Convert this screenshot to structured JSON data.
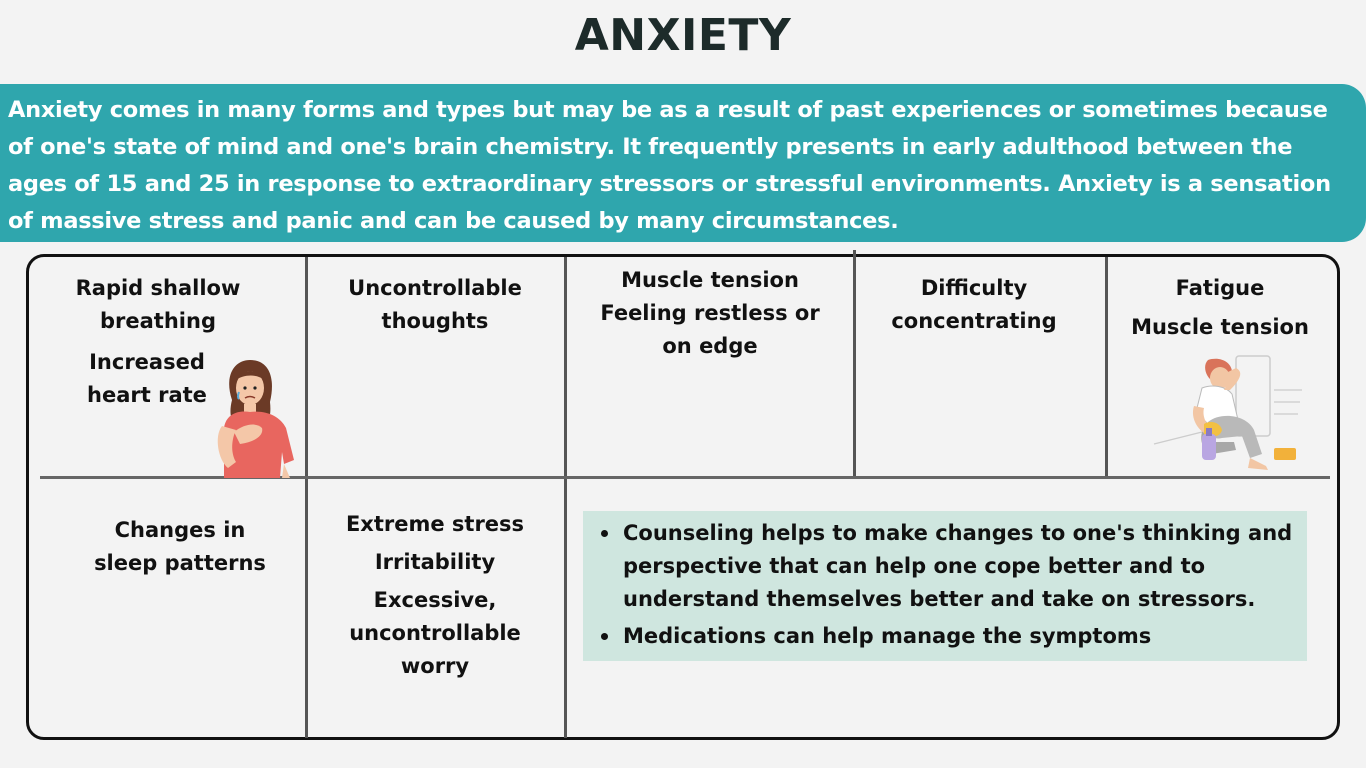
{
  "title": "ANXIETY",
  "intro": "Anxiety comes in many forms and types but may be as a result of past experiences or sometimes because of one's state of mind and one's brain chemistry. It frequently presents in early adulthood between the ages of 15 and 25 in response to extraordinary stressors or stressful environments. Anxiety is a sensation of massive stress and panic and can be caused by many circumstances.",
  "symptoms": {
    "c1": [
      "Rapid shallow",
      "breathing"
    ],
    "c1b": [
      "Increased",
      "heart rate"
    ],
    "c2": [
      "Uncontrollable",
      "thoughts"
    ],
    "c3": [
      "Muscle tension",
      "Feeling restless or",
      "on edge"
    ],
    "c4": [
      "Difficulty",
      "concentrating"
    ],
    "c5": [
      "Fatigue",
      "Muscle tension"
    ],
    "c6": [
      "Changes in",
      "sleep patterns"
    ],
    "c7": [
      "Extreme stress",
      "Irritability",
      "Excessive,",
      "uncontrollable",
      "worry"
    ]
  },
  "treatments": [
    "Counseling  helps to make changes to one's thinking and perspective that can help one cope better and to understand themselves better and take on stressors.",
    "Medications can help manage the symptoms"
  ],
  "colors": {
    "intro_bg": "#2fa6ad",
    "treatment_bg": "#cfe6df",
    "title": "#1d2b2a"
  },
  "icons": [
    "anxious-woman-icon",
    "tired-person-icon"
  ]
}
